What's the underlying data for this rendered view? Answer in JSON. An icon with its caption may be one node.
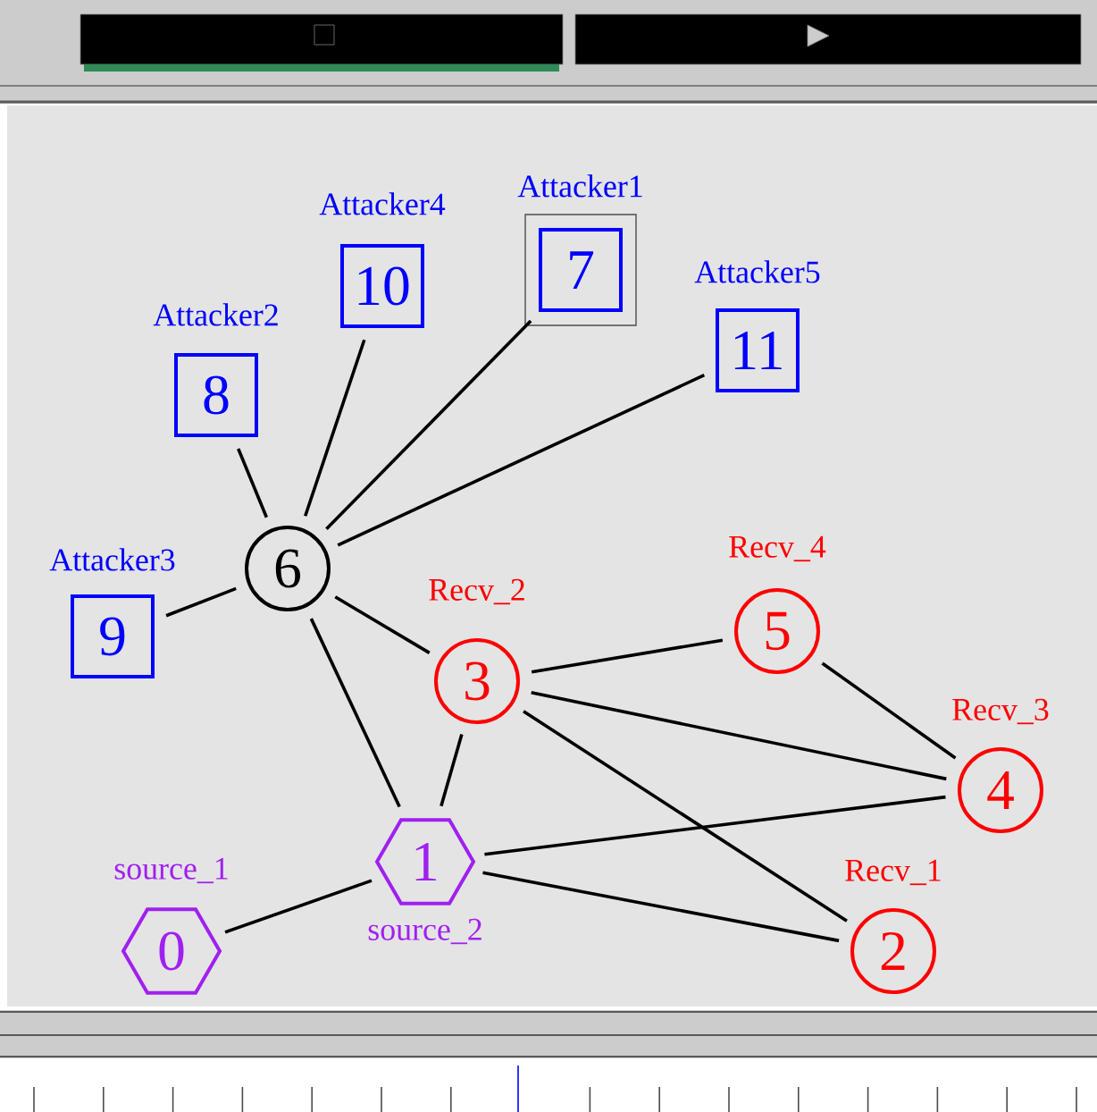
{
  "diagram": {
    "nodes": [
      {
        "text": [
          "0"
        ],
        "beside": [
          "source_1"
        ]
      },
      {
        "text": [
          "1"
        ],
        "beside": [
          "source_2"
        ]
      },
      {
        "text": [
          "2"
        ],
        "beside": [
          "Recv_1"
        ]
      },
      {
        "text": [
          "3"
        ],
        "beside": [
          "Recv_2"
        ]
      },
      {
        "text": [
          "4"
        ],
        "beside": [
          "Recv_3"
        ]
      },
      {
        "text": [
          "5"
        ],
        "beside": [
          "Recv_4"
        ]
      },
      {
        "text": [
          "6"
        ]
      },
      {
        "text": [
          "7"
        ],
        "beside": [
          "Attacker1"
        ]
      },
      {
        "text": [
          "8"
        ],
        "beside": [
          "Attacker2"
        ]
      },
      {
        "text": [
          "9"
        ],
        "beside": [
          "Attacker3"
        ]
      },
      {
        "text": [
          "10"
        ],
        "beside": [
          "Attacker4"
        ]
      },
      {
        "text": [
          "11"
        ],
        "beside": [
          "Attacker5"
        ]
      }
    ],
    "edges": [
      {
        "from": 0,
        "to": 1,
        "arrow": "none"
      },
      {
        "from": 1,
        "to": 6,
        "arrow": "none"
      },
      {
        "from": 1,
        "to": 3,
        "arrow": "none"
      },
      {
        "from": 1,
        "to": 4,
        "arrow": "none"
      },
      {
        "from": 1,
        "to": 2,
        "arrow": "none"
      },
      {
        "from": 3,
        "to": 6,
        "arrow": "none"
      },
      {
        "from": 3,
        "to": 5,
        "arrow": "none"
      },
      {
        "from": 3,
        "to": 4,
        "arrow": "none"
      },
      {
        "from": 3,
        "to": 2,
        "arrow": "none"
      },
      {
        "from": 5,
        "to": 4,
        "arrow": "none"
      },
      {
        "from": 6,
        "to": 8,
        "arrow": "none"
      },
      {
        "from": 6,
        "to": 10,
        "arrow": "none"
      },
      {
        "from": 6,
        "to": 7,
        "arrow": "none"
      },
      {
        "from": 6,
        "to": 11,
        "arrow": "none"
      },
      {
        "from": 6,
        "to": 9,
        "arrow": "none"
      }
    ]
  }
}
